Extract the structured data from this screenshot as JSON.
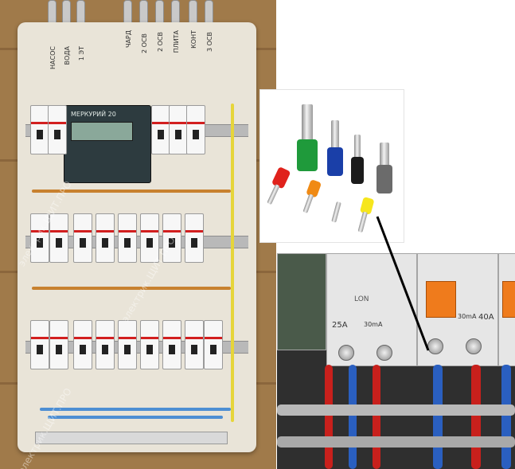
{
  "left_photo": {
    "meter_label": "МЕРКУРИЙ 20",
    "cable_tags": [
      "НАСОС",
      "ВОДА",
      "1 ЭТ",
      "ЧАРД",
      "2 ОСВ",
      "2 ОСВ",
      "ПЛИТА",
      "КОНТ",
      "3 ОСВ"
    ],
    "watermark": "электрик.ЩИТ.ПРО"
  },
  "rcd_photo": {
    "brand_label": "LON",
    "left_rating": "25A",
    "left_ma": "30mA",
    "right_ma": "30mA",
    "right_rating": "40A"
  },
  "colors": {
    "wood": "#a07a4a",
    "enclosure": "#e9e4d8",
    "breaker_stripe": "#d21f1f",
    "ferrule_green": "#1f9a3b",
    "ferrule_blue": "#1a3fa8",
    "ferrule_black": "#1b1b1b",
    "ferrule_gray": "#6b6b6b",
    "ferrule_red": "#e0221c",
    "ferrule_orange": "#f08a14",
    "ferrule_yellow": "#f6e61d",
    "rcd_orange": "#ef7b1c"
  }
}
